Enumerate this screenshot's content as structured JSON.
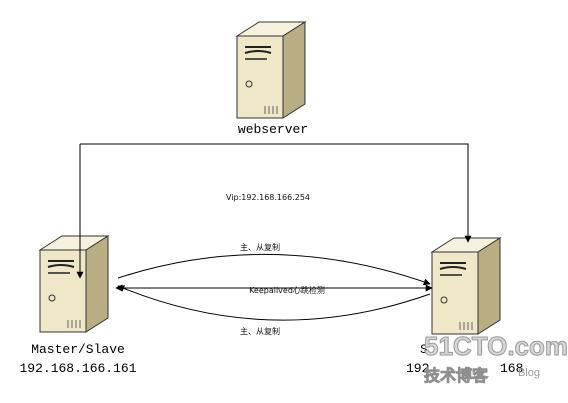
{
  "nodes": {
    "webserver": {
      "label": "webserver"
    },
    "master": {
      "label": "Master/Slave",
      "ip": "192.168.166.161"
    },
    "slave": {
      "label": "S",
      "ip": "192",
      "ip_tail": "168"
    }
  },
  "links": {
    "vip": "Vip:192.168.166.254",
    "replication_top": "主、从复制",
    "heartbeat": "Keepalived心跳检测",
    "replication_bottom": "主、从复制"
  },
  "watermark": {
    "site": "51CTO.com",
    "slogan": "技术博客",
    "blog": "Blog"
  },
  "colors": {
    "server_body": "#efe7c8",
    "server_side": "#b9ad83",
    "line": "#000000"
  }
}
